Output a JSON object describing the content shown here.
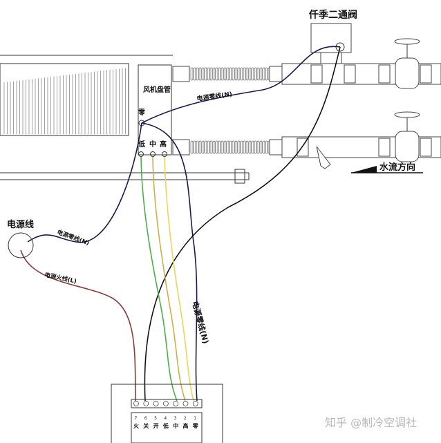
{
  "title": "风机盘管温控器接线图",
  "labels": {
    "valve": "仟季二通阀",
    "fan_coil": "风机盘管",
    "neutral_terminal": "零",
    "speed_low": "低",
    "speed_mid": "中",
    "speed_high": "高",
    "neutral_wire_top": "电源零线(N)",
    "power_line": "电源线",
    "neutral_wire_left": "电源零线(N)",
    "live_wire": "电源火线(L)",
    "neutral_wire_vertical": "电源零线(N)",
    "water_flow": "水流方向"
  },
  "thermostat": {
    "terminal_numbers": [
      "7",
      "6",
      "5",
      "4",
      "3",
      "2",
      "1"
    ],
    "terminal_labels": [
      "火",
      "关",
      "开",
      "低",
      "中",
      "高",
      "零"
    ]
  },
  "watermark": "知乎 @制冷空调社",
  "colors": {
    "live": "#8a3a3a",
    "neutral": "#1a1a4a",
    "low": "#4cae4c",
    "mid": "#c9b14a",
    "high": "#e8d85a"
  }
}
